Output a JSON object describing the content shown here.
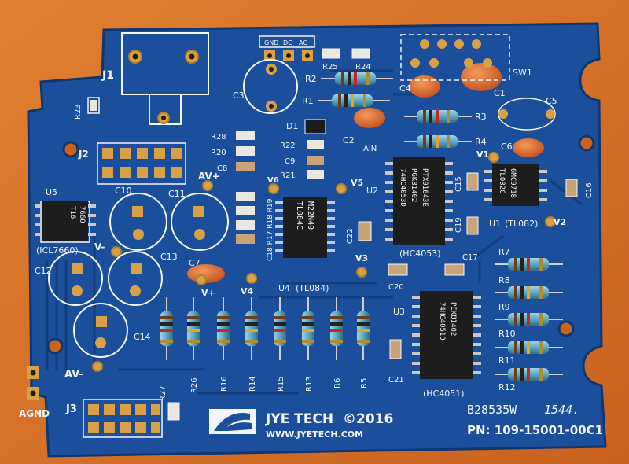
{
  "board": {
    "brand": "JYE TECH",
    "copyright": "©2016",
    "website": "WWW.JYETECH.COM",
    "part_number": "PN: 109-15001-00C1",
    "batch_code": "B28535W",
    "batch_suffix": "1544."
  },
  "headers": {
    "power_select": [
      "GND",
      "DC",
      "AC"
    ],
    "j1": "J1",
    "j2": "J2",
    "j3": "J3",
    "sw1": "SW1",
    "agnd": "AGND",
    "ain": "AIN"
  },
  "ic_labels": {
    "u5": "U5",
    "u5_name": "(ICL7660)",
    "u4": "U4",
    "u4_name": "(TL084)",
    "u2": "U2",
    "u2_name": "(HC4053)",
    "u3": "U3",
    "u3_name": "(HC4051)",
    "u1": "U1",
    "u1_name": "(TL082)",
    "d1": "D1"
  },
  "rails": [
    "AV+",
    "V-",
    "V+",
    "V4",
    "V3",
    "V5",
    "V6",
    "V1",
    "V2",
    "AV-"
  ],
  "component_labels": {
    "capacitors": [
      "C1",
      "C2",
      "C3",
      "C4",
      "C5",
      "C6",
      "C7",
      "C8",
      "C9",
      "C10",
      "C11",
      "C12",
      "C13",
      "C14",
      "C15",
      "C16",
      "C17",
      "C19",
      "C20",
      "C21",
      "C22"
    ],
    "resistors": [
      "R1",
      "R2",
      "R3",
      "R4",
      "R7",
      "R8",
      "R9",
      "R10",
      "R11",
      "R12",
      "R20",
      "R21",
      "R22",
      "R23",
      "R24",
      "R25",
      "R28"
    ],
    "vertical_resistors": [
      "R27",
      "R26",
      "R16",
      "R14",
      "R15",
      "R13",
      "R6",
      "R5"
    ],
    "smd_stack": "C18 R17 R18 R19"
  },
  "chip_markings": {
    "u5_line1": "7660",
    "u5_line2": "T16",
    "u4_line1": "TL084C",
    "u4_line2": "M22N49",
    "u2_line1": "74HC4053D",
    "u2_line2": "PGK81402",
    "u2_line3": "PTX01643E",
    "u3_line1": "74HC4051D",
    "u3_line2": "PEK81402",
    "u1_line1": "TL082C",
    "u1_line2": "6MC9718"
  },
  "colors": {
    "pcb": "#1b4f9c",
    "pcb_dark": "#123c7c",
    "silkscreen": "#f2f6fb",
    "pad_gold": "#d8a146",
    "background": "#d9762b",
    "ic_body": "#1d1d1d",
    "resistor_body": "#5fa7c2",
    "ceramic_cap": "#d9673a"
  }
}
